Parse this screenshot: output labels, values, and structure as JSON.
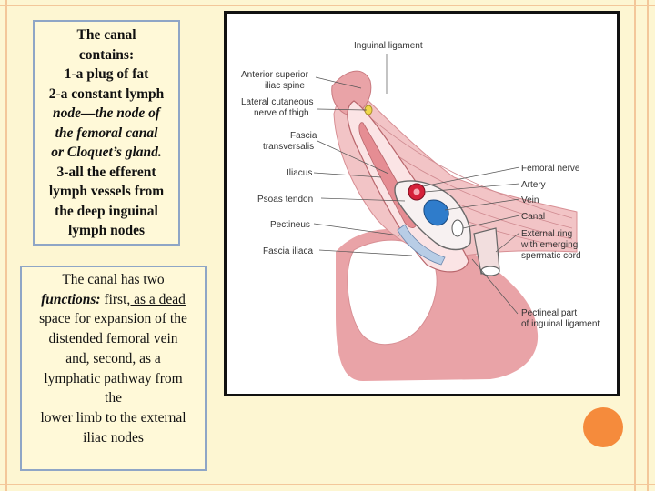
{
  "box1": {
    "lines": [
      "The canal",
      "contains:",
      "1-a plug of fat",
      "2-a constant lymph",
      "node—the node of",
      "the femoral canal",
      "or Cloquet’s gland.",
      "3-all the efferent",
      "lymph vessels from",
      "the deep inguinal",
      "lymph nodes"
    ]
  },
  "box2": {
    "line1": "The canal has two",
    "l2_em": "functions:",
    "l2_a": " first",
    "l2_b": ", as a dead ",
    "lines": [
      "space for expansion of the",
      "distended femoral vein",
      "and, second, as a",
      "lymphatic pathway from",
      "the",
      "lower limb to the external",
      "iliac nodes"
    ]
  },
  "figure": {
    "labels": {
      "inguinal_ligament": "Inguinal ligament",
      "asis_1": "Anterior superior",
      "asis_2": "iliac spine",
      "lcn_1": "Lateral cutaneous",
      "lcn_2": "nerve of thigh",
      "fascia_t_1": "Fascia",
      "fascia_t_2": "transversalis",
      "iliacus": "Iliacus",
      "psoas": "Psoas tendon",
      "pectineus": "Pectineus",
      "fascia_iliaca": "Fascia iliaca",
      "femoral_nerve": "Femoral nerve",
      "artery": "Artery",
      "vein": "Vein",
      "canal": "Canal",
      "ext_ring_1": "External ring",
      "ext_ring_2": "with emerging",
      "ext_ring_3": "spermatic cord",
      "pect_1": "Pectineal part",
      "pect_2": "of inguinal ligament"
    },
    "colors": {
      "tissue": "#e9a3a7",
      "tissue_light": "#f6cfd1",
      "artery": "#d5213a",
      "vein": "#2f7ccb",
      "nerve": "#f0d84a"
    }
  }
}
